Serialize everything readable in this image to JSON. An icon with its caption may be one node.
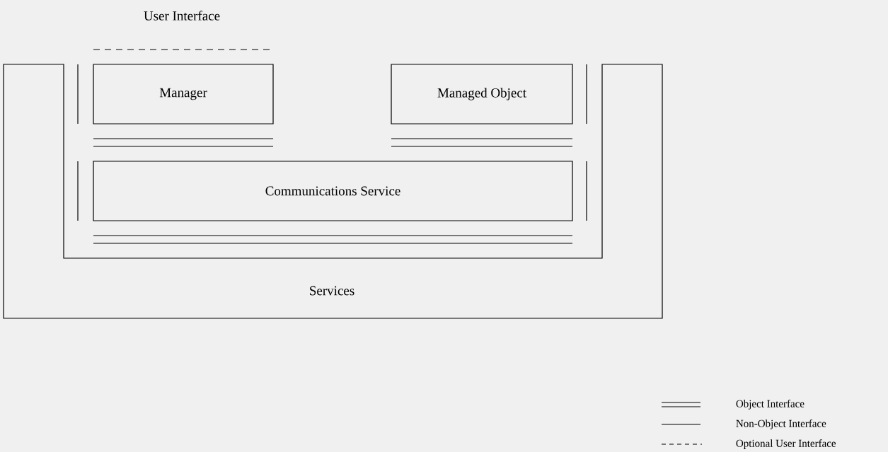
{
  "diagram": {
    "nodes": [
      {
        "text": [
          "Manager"
        ]
      },
      {
        "text": [
          "Managed Object"
        ]
      },
      {
        "text": [
          "Communications Service"
        ]
      },
      {
        "text": [
          "Services"
        ]
      }
    ],
    "labels": [
      "User Interface"
    ],
    "legend": [
      {
        "text": "Object Interface"
      },
      {
        "text": "Non-Object Interface"
      },
      {
        "text": "Optional User Interface"
      }
    ]
  }
}
